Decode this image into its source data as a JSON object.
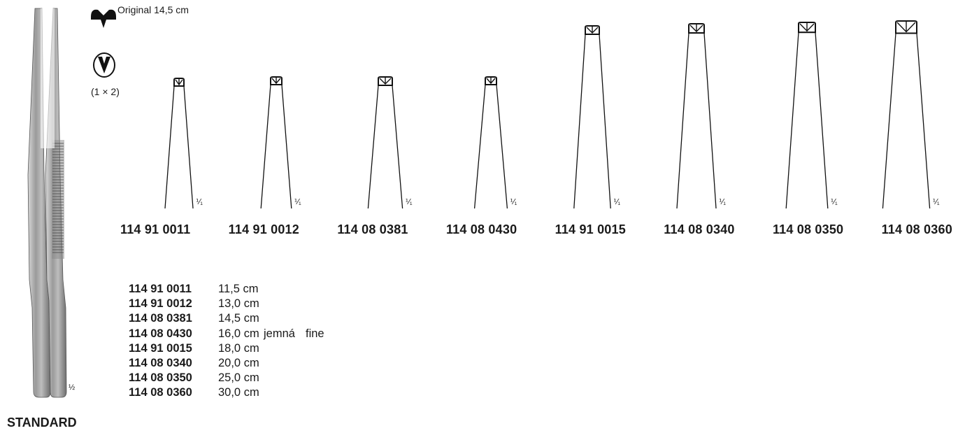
{
  "header": {
    "original_label": "Original 14,5 cm",
    "teeth_label": "(1 × 2)"
  },
  "scale_labels": {
    "forceps": "½",
    "tips": "⅟₁"
  },
  "tip_codes": [
    "114 91 0011",
    "114 91 0012",
    "114 08 0381",
    "114 08 0430",
    "114 91 0015",
    "114 08 0340",
    "114 08 0350",
    "114 08 0360"
  ],
  "spec": [
    {
      "code": "114 91 0011",
      "length": "11,5 cm",
      "note_cz": "",
      "note_en": ""
    },
    {
      "code": "114 91 0012",
      "length": "13,0 cm",
      "note_cz": "",
      "note_en": ""
    },
    {
      "code": "114 08 0381",
      "length": "14,5 cm",
      "note_cz": "",
      "note_en": ""
    },
    {
      "code": "114 08 0430",
      "length": "16,0 cm",
      "note_cz": "jemná",
      "note_en": "fine"
    },
    {
      "code": "114 91 0015",
      "length": "18,0 cm",
      "note_cz": "",
      "note_en": ""
    },
    {
      "code": "114 08 0340",
      "length": "20,0 cm",
      "note_cz": "",
      "note_en": ""
    },
    {
      "code": "114 08 0350",
      "length": "25,0 cm",
      "note_cz": "",
      "note_en": ""
    },
    {
      "code": "114 08 0360",
      "length": "30,0 cm",
      "note_cz": "",
      "note_en": ""
    }
  ],
  "category_label": "STANDARD"
}
